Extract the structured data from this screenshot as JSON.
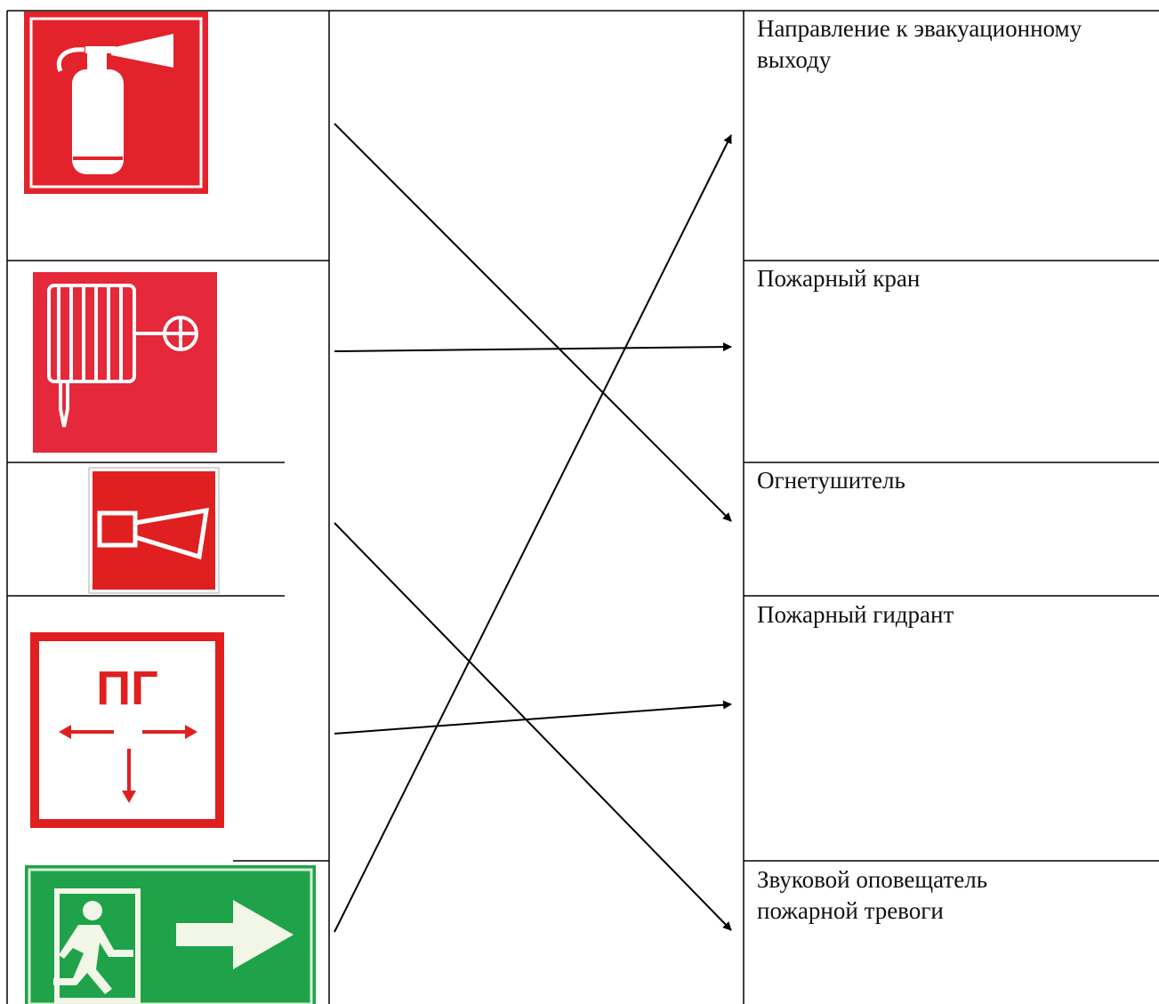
{
  "labels": [
    "Направление к эвакуационному выходу",
    "Пожарный кран",
    "Огнетушитель",
    "Пожарный гидрант",
    "Звуковой оповещатель пожарной тревоги"
  ],
  "signs": [
    {
      "name": "fire-extinguisher-sign",
      "color": "#e3232c"
    },
    {
      "name": "fire-hose-sign",
      "color": "#e5283a"
    },
    {
      "name": "fire-alarm-sounder-sign",
      "color": "#e02020"
    },
    {
      "name": "fire-hydrant-sign",
      "text": "ПГ",
      "color": "#e02020"
    },
    {
      "name": "emergency-exit-right-sign",
      "color": "#1ea34b"
    }
  ],
  "colors": {
    "line": "#000000",
    "red": "#e3232c",
    "green": "#1ea34b",
    "sign_fill": "#ffffff",
    "exit_figure": "#f2f6e6"
  }
}
